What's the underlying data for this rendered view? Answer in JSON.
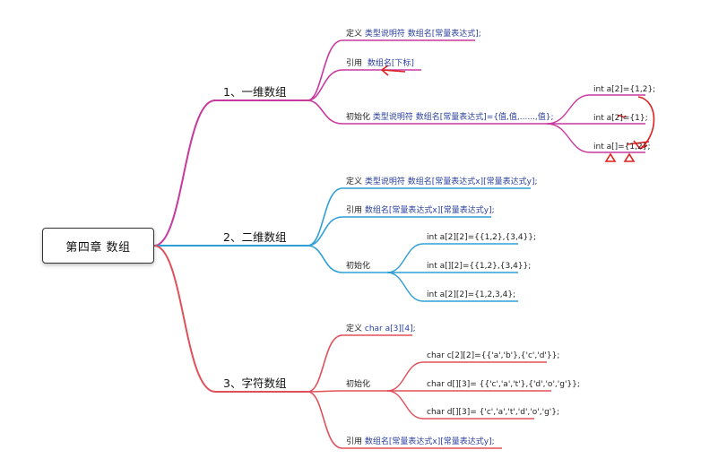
{
  "root": {
    "title": "第四章   数组"
  },
  "colors": {
    "pink": "#c8399e",
    "blue": "#2f9fd8",
    "red": "#e0505a",
    "annotation": "#e02020",
    "label_blue": "#2a3f9e"
  },
  "branches": [
    {
      "label": "1、一维数组",
      "items": [
        {
          "prefix": "定义",
          "text": "类型说明符 数组名[常量表达式];"
        },
        {
          "prefix": "引用",
          "text": "数组名[下标]"
        },
        {
          "prefix": "初始化",
          "text": "类型说明符 数组名[常量表达式]={值,值,......,值};",
          "children": [
            "int a[2]={1,2};",
            "int a[2]={1};",
            "int a[]={1,2};"
          ]
        }
      ]
    },
    {
      "label": "2、二维数组",
      "items": [
        {
          "prefix": "定义",
          "text": "类型说明符 数组名[常量表达式x][常量表达式y];"
        },
        {
          "prefix": "引用",
          "text": "数组名[常量表达式x][常量表达式y];"
        },
        {
          "prefix": "初始化",
          "text": "",
          "children": [
            "int a[2][2]={{1,2},{3,4}};",
            "int a[][2]={{1,2},{3,4}};",
            "int a[2][2]={1,2,3,4};"
          ]
        }
      ]
    },
    {
      "label": "3、字符数组",
      "items": [
        {
          "prefix": "定义",
          "text": "char a[3][4];"
        },
        {
          "prefix": "初始化",
          "text": "",
          "children": [
            "char c[2][2]={{'a','b'},{'c','d'}};",
            "char d[][3]= {{'c','a','t'},{'d','o','g'}};",
            "char d[][3]= {'c','a','t','d','o','g'};"
          ]
        },
        {
          "prefix": "引用",
          "text": "数组名[常量表达式x][常量表达式y];"
        }
      ]
    }
  ]
}
